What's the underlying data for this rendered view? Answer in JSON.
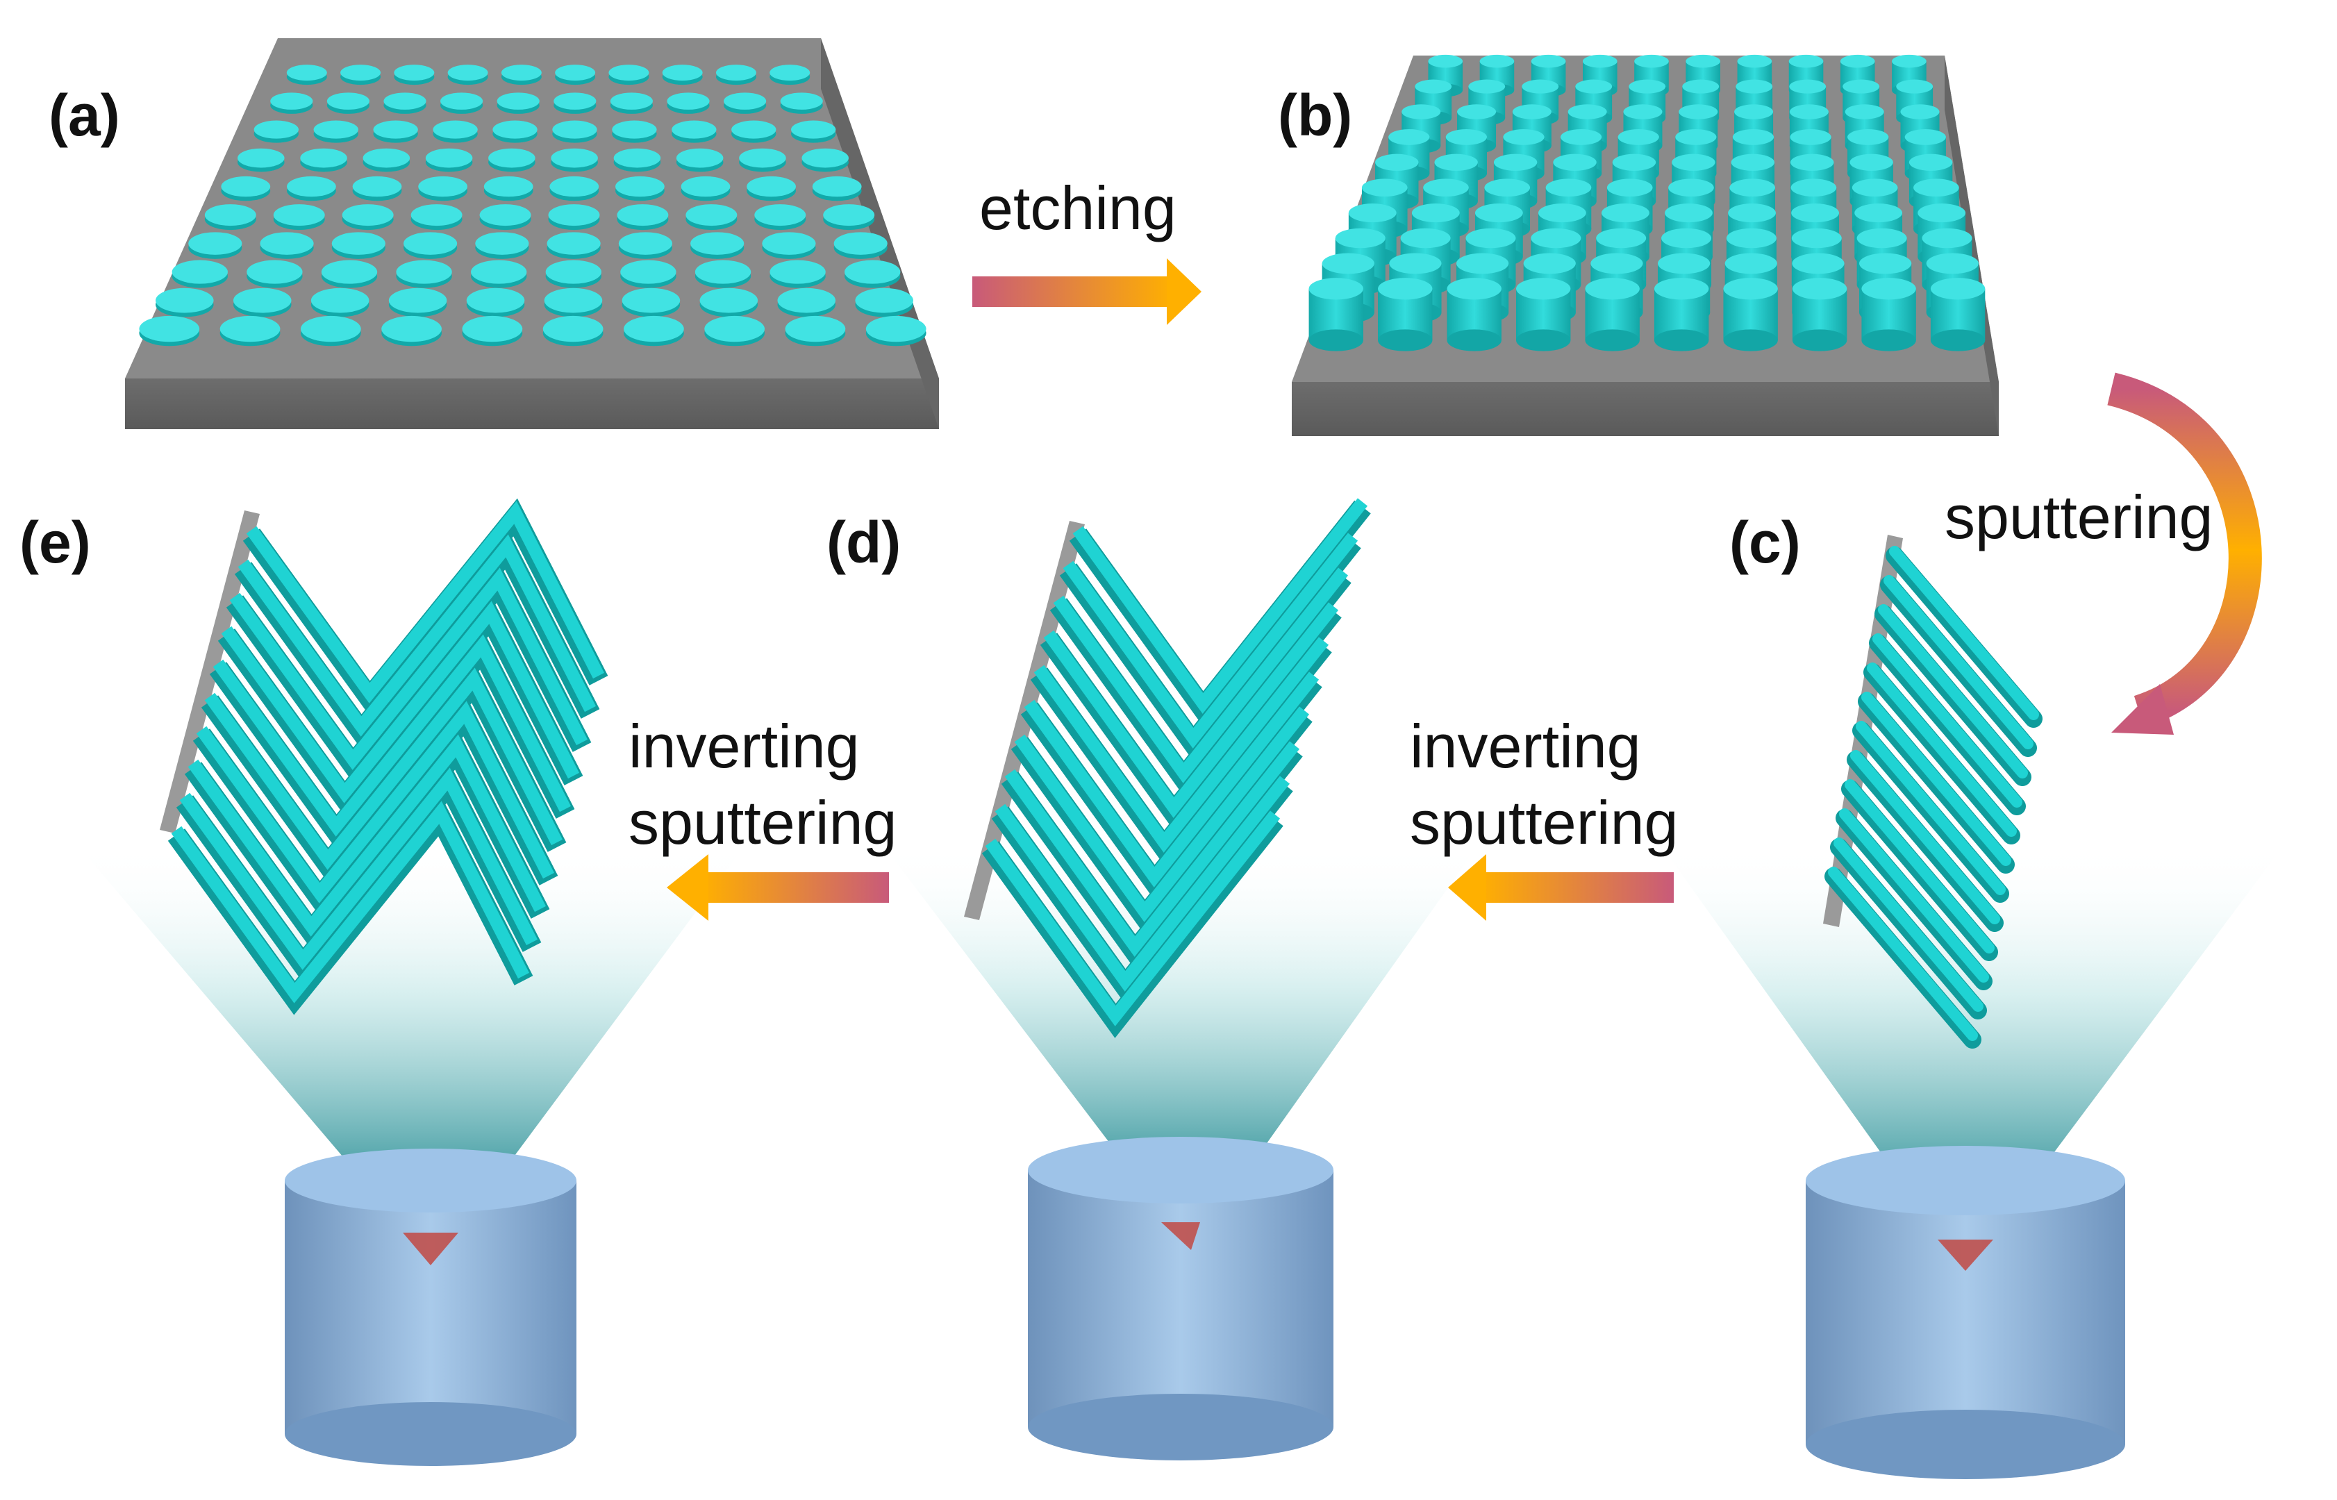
{
  "panels": {
    "a": "(a)",
    "b": "(b)",
    "c": "(c)",
    "d": "(d)",
    "e": "(e)"
  },
  "steps": {
    "etching": "etching",
    "sputtering": "sputtering",
    "inverting_1": "inverting",
    "sputtering_1": "sputtering",
    "inverting_2": "inverting",
    "sputtering_2": "sputtering"
  },
  "colors": {
    "pillar": "#1fd3d3",
    "pillar_top": "#41e3e3",
    "substrate": "#7a7a7a",
    "substrate_top": "#8c8c8c",
    "arrow_start": "#c85a7a",
    "arrow_end": "#ffb000",
    "beam": "#2aa6a6",
    "source": "#8fb6de"
  },
  "icons": {
    "process_arrow": "arrow-right-icon",
    "curved_arrow": "curved-arrow-icon",
    "source": "sputter-target-icon"
  }
}
